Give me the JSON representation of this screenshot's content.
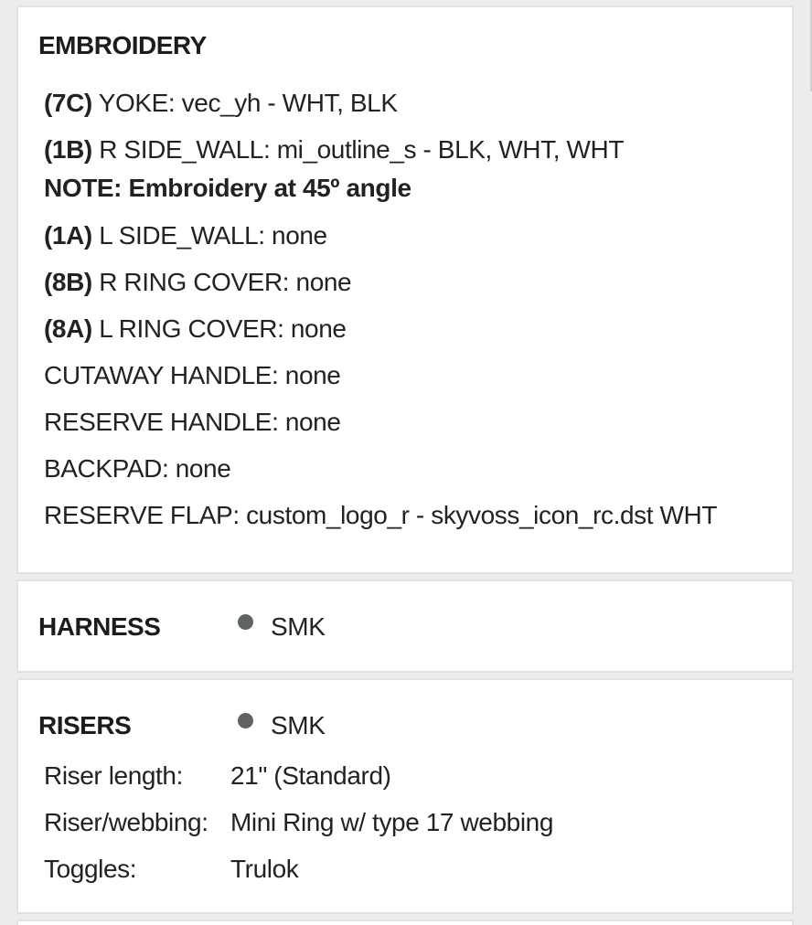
{
  "embroidery": {
    "title": "EMBROIDERY",
    "lines": [
      {
        "code": "(7C)",
        "text": " YOKE: vec_yh - WHT, BLK"
      },
      {
        "code": "(1B)",
        "text": " R SIDE_WALL: mi_outline_s - BLK, WHT, WHT"
      },
      {
        "code": "",
        "text": "NOTE: Embroidery at 45º angle"
      },
      {
        "code": "(1A)",
        "text": " L SIDE_WALL: none"
      },
      {
        "code": "(8B)",
        "text": " R RING COVER: none"
      },
      {
        "code": "(8A)",
        "text": " L RING COVER: none"
      },
      {
        "code": "",
        "text": "CUTAWAY HANDLE: none"
      },
      {
        "code": "",
        "text": "RESERVE HANDLE: none"
      },
      {
        "code": "",
        "text": "BACKPAD: none"
      },
      {
        "code": "",
        "text": "RESERVE FLAP: custom_logo_r - skyvoss_icon_rc.dst WHT"
      }
    ]
  },
  "harness": {
    "title": "HARNESS",
    "color_name": "SMK",
    "color_hex": "#5f6460"
  },
  "risers": {
    "title": "RISERS",
    "color_name": "SMK",
    "color_hex": "#5f6460",
    "specs": [
      {
        "key": "Riser length:",
        "value": "21\" (Standard)"
      },
      {
        "key": "Riser/webbing:",
        "value": "Mini Ring w/ type 17 webbing"
      },
      {
        "key": "Toggles:",
        "value": "Trulok"
      }
    ]
  }
}
